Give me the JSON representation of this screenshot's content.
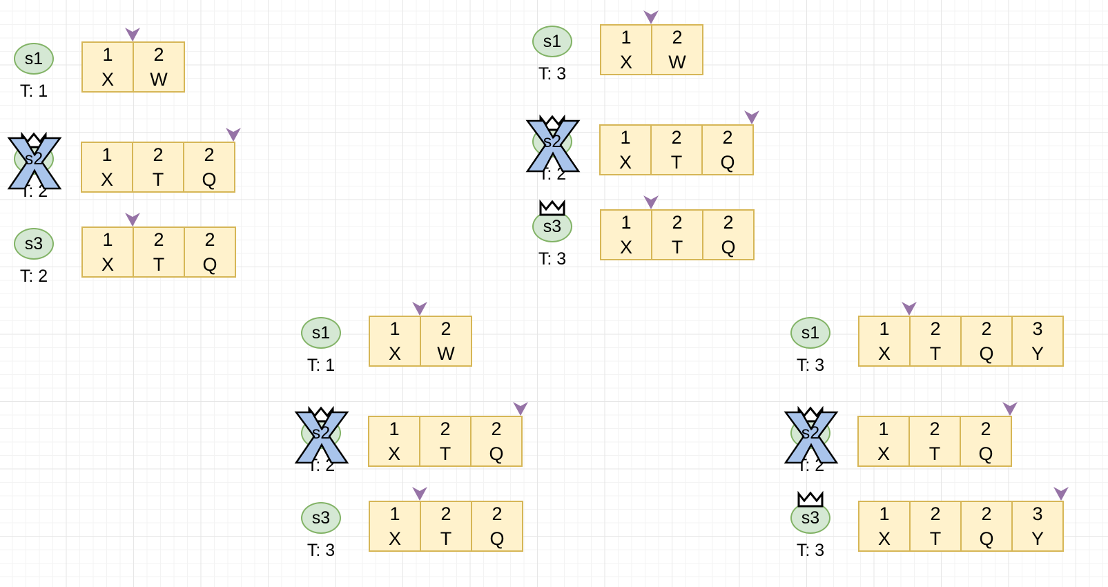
{
  "colors": {
    "node_fill": "#d5e8d4",
    "node_stroke": "#82b366",
    "log_fill": "#fff2cc",
    "log_stroke": "#d6b656",
    "pointer": "#9673a6",
    "crash_fill": "#a9c4eb"
  },
  "panels": [
    {
      "servers": [
        {
          "name": "s1",
          "term": "T: 1",
          "leader": false,
          "crashed": false,
          "pointer_after": 1,
          "log": [
            {
              "term": "1",
              "cmd": "X"
            },
            {
              "term": "2",
              "cmd": "W"
            }
          ]
        },
        {
          "name": "s2",
          "term": "T: 2",
          "leader": true,
          "crashed": true,
          "pointer_after": 3,
          "log": [
            {
              "term": "1",
              "cmd": "X"
            },
            {
              "term": "2",
              "cmd": "T"
            },
            {
              "term": "2",
              "cmd": "Q"
            }
          ]
        },
        {
          "name": "s3",
          "term": "T: 2",
          "leader": false,
          "crashed": false,
          "pointer_after": 1,
          "log": [
            {
              "term": "1",
              "cmd": "X"
            },
            {
              "term": "2",
              "cmd": "T"
            },
            {
              "term": "2",
              "cmd": "Q"
            }
          ]
        }
      ]
    },
    {
      "servers": [
        {
          "name": "s1",
          "term": "T: 3",
          "leader": false,
          "crashed": false,
          "pointer_after": 1,
          "log": [
            {
              "term": "1",
              "cmd": "X"
            },
            {
              "term": "2",
              "cmd": "W"
            }
          ]
        },
        {
          "name": "s2",
          "term": "T: 2",
          "leader": true,
          "crashed": true,
          "pointer_after": 3,
          "log": [
            {
              "term": "1",
              "cmd": "X"
            },
            {
              "term": "2",
              "cmd": "T"
            },
            {
              "term": "2",
              "cmd": "Q"
            }
          ]
        },
        {
          "name": "s3",
          "term": "T: 3",
          "leader": true,
          "crashed": false,
          "pointer_after": 1,
          "log": [
            {
              "term": "1",
              "cmd": "X"
            },
            {
              "term": "2",
              "cmd": "T"
            },
            {
              "term": "2",
              "cmd": "Q"
            }
          ]
        }
      ]
    },
    {
      "servers": [
        {
          "name": "s1",
          "term": "T: 1",
          "leader": false,
          "crashed": false,
          "pointer_after": 1,
          "log": [
            {
              "term": "1",
              "cmd": "X"
            },
            {
              "term": "2",
              "cmd": "W"
            }
          ]
        },
        {
          "name": "s2",
          "term": "T: 2",
          "leader": true,
          "crashed": true,
          "pointer_after": 3,
          "log": [
            {
              "term": "1",
              "cmd": "X"
            },
            {
              "term": "2",
              "cmd": "T"
            },
            {
              "term": "2",
              "cmd": "Q"
            }
          ]
        },
        {
          "name": "s3",
          "term": "T: 3",
          "leader": false,
          "crashed": false,
          "pointer_after": 1,
          "log": [
            {
              "term": "1",
              "cmd": "X"
            },
            {
              "term": "2",
              "cmd": "T"
            },
            {
              "term": "2",
              "cmd": "Q"
            }
          ]
        }
      ]
    },
    {
      "servers": [
        {
          "name": "s1",
          "term": "T: 3",
          "leader": false,
          "crashed": false,
          "pointer_after": 1,
          "log": [
            {
              "term": "1",
              "cmd": "X"
            },
            {
              "term": "2",
              "cmd": "T"
            },
            {
              "term": "2",
              "cmd": "Q"
            },
            {
              "term": "3",
              "cmd": "Y"
            }
          ]
        },
        {
          "name": "s2",
          "term": "T: 2",
          "leader": true,
          "crashed": true,
          "pointer_after": 3,
          "log": [
            {
              "term": "1",
              "cmd": "X"
            },
            {
              "term": "2",
              "cmd": "T"
            },
            {
              "term": "2",
              "cmd": "Q"
            }
          ]
        },
        {
          "name": "s3",
          "term": "T: 3",
          "leader": true,
          "crashed": false,
          "pointer_after": 4,
          "log": [
            {
              "term": "1",
              "cmd": "X"
            },
            {
              "term": "2",
              "cmd": "T"
            },
            {
              "term": "2",
              "cmd": "Q"
            },
            {
              "term": "3",
              "cmd": "Y"
            }
          ]
        }
      ]
    }
  ]
}
